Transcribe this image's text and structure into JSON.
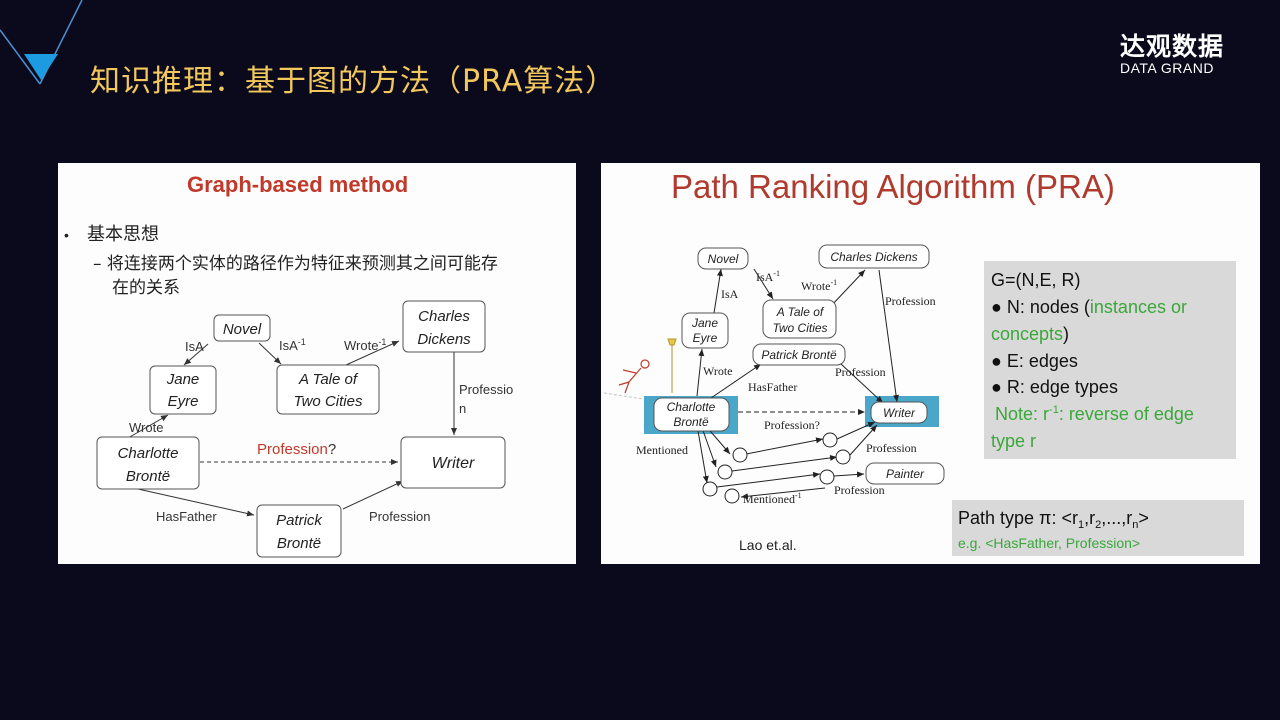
{
  "slide": {
    "title": "知识推理：基于图的方法（PRA算法）",
    "brand_cn": "达观数据",
    "brand_en": "DATA GRAND"
  },
  "left": {
    "heading": "Graph-based method",
    "bullet": "基本思想",
    "sub_line1": "– 将连接两个实体的路径作为特征来预测其之间可能存",
    "sub_line2": "在的关系",
    "nodes": {
      "novel": "Novel",
      "jane1": "Jane",
      "jane2": "Eyre",
      "tale1": "A Tale of",
      "tale2": "Two Cities",
      "dickens1": "Charles",
      "dickens2": "Dickens",
      "charlotte1": "Charlotte",
      "charlotte2": "Brontë",
      "writer": "Writer",
      "patrick1": "Patrick",
      "patrick2": "Brontë"
    },
    "edges": {
      "isa": "IsA",
      "isa_inv": "IsA",
      "isa_inv_sup": "-1",
      "wrote_inv": "Wrote",
      "wrote_inv_sup": "-1",
      "wrote": "Wrote",
      "profession_query": "Profession",
      "query_mark": "?",
      "professio1": "Professio",
      "professio2": "n",
      "hasfather": "HasFather",
      "profession": "Profession"
    }
  },
  "right": {
    "heading": "Path Ranking Algorithm (PRA)",
    "nodes": {
      "novel": "Novel",
      "dickens": "Charles Dickens",
      "jane1": "Jane",
      "jane2": "Eyre",
      "tale1": "A Tale of",
      "tale2": "Two Cities",
      "patrick": "Patrick Brontë",
      "charlotte1": "Charlotte",
      "charlotte2": "Brontë",
      "writer": "Writer",
      "painter": "Painter"
    },
    "edges": {
      "isa_inv": "IsA",
      "isa_inv_sup": "-1",
      "wrote_inv": "Wrote",
      "wrote_inv_sup": "-1",
      "isa": "IsA",
      "profession_top": "Profession",
      "wrote": "Wrote",
      "hasfather": "HasFather",
      "profession_mid": "Profession",
      "profession_query": "Profession?",
      "mentioned": "Mentioned",
      "profession_low": "Profession",
      "profession_bottom": "Profession",
      "mentioned_inv": "Mentioned",
      "mentioned_inv_sup": "-1"
    },
    "info": {
      "g_line": "G=(N,E, R)",
      "n_prefix": "● N: nodes (",
      "n_green1": "instances or",
      "n_green2": "concepts",
      "n_suffix": ")",
      "e_line": "● E: edges",
      "r_line": "● R: edge types",
      "note1": "Note: r",
      "note_sup": "-1",
      "note2": ": reverse of edge",
      "note3": "type r"
    },
    "path": {
      "label": "Path type π: <r",
      "s1": "1",
      "c1": ",r",
      "s2": "2",
      "c2": ",...,r",
      "sn": "n",
      "end": ">",
      "example": "e.g. <HasFather, Profession>"
    },
    "citation": "Lao et.al."
  },
  "colors": {
    "background": "#0b0a1d",
    "title": "#f2c75c",
    "heading_red": "#c0392b",
    "green_note": "#3aa73a",
    "highlight_blue": "#4aa7c9",
    "info_box": "#d9d9d9"
  }
}
